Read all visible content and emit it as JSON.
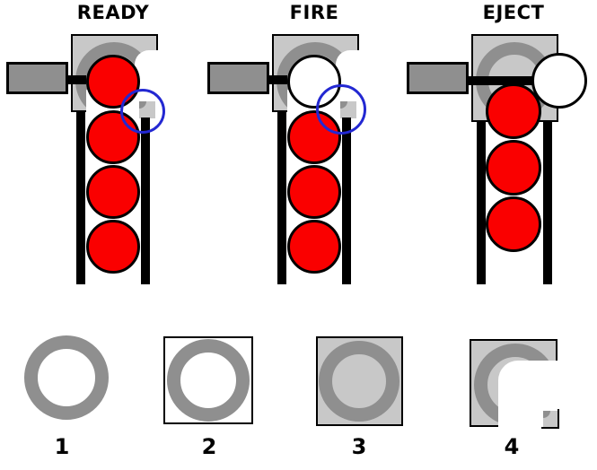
{
  "figure": {
    "stations": [
      {
        "title": "READY",
        "chamber_ball": "red",
        "tube_red_balls": 3,
        "indicator_circle": true
      },
      {
        "title": "FIRE",
        "chamber_ball": "white",
        "tube_red_balls": 3,
        "indicator_circle": true
      },
      {
        "title": "EJECT",
        "ejected_ball": "white",
        "tube_red_balls": 3,
        "indicator_circle": false
      }
    ],
    "parts": [
      {
        "label": "1",
        "name": "guide-ring"
      },
      {
        "label": "2",
        "name": "guide-ring-in-outline-frame"
      },
      {
        "label": "3",
        "name": "guide-ring-on-gray-plate"
      },
      {
        "label": "4",
        "name": "plate-with-cutaway-and-catch-tab"
      }
    ],
    "colors": {
      "ball_red": "#fa0000",
      "ball_empty": "#ffffff",
      "plate_gray": "#c8c8c8",
      "ring_gray": "#8f8f8f",
      "indicator_blue": "#2328d2",
      "outline_black": "#000000",
      "background": "#ffffff"
    }
  }
}
